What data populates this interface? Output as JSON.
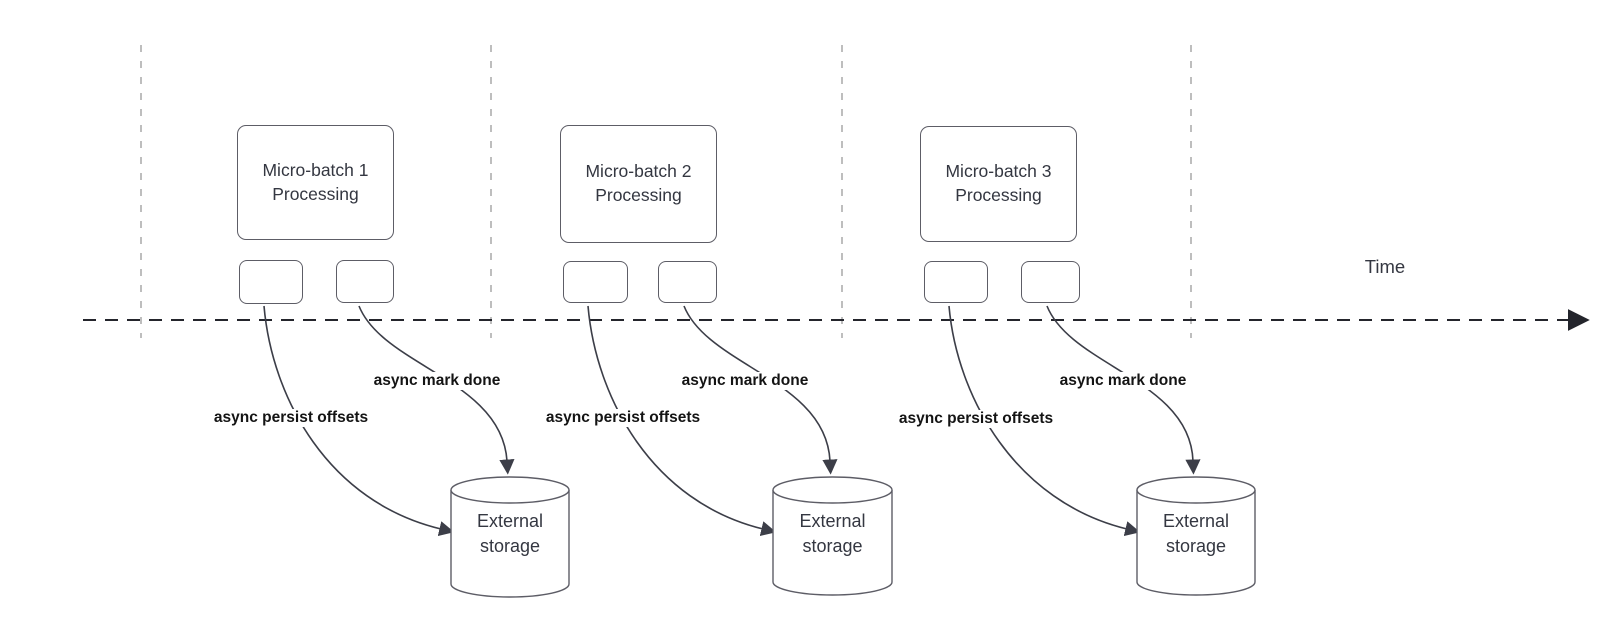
{
  "diagram": {
    "timeline_label": "Time",
    "groups": [
      {
        "process_box": "Micro-batch 1 Processing",
        "persist_arrow_label": "async persist offsets",
        "done_arrow_label": "async mark done",
        "storage": "External storage"
      },
      {
        "process_box": "Micro-batch 2 Processing",
        "persist_arrow_label": "async persist offsets",
        "done_arrow_label": "async mark done",
        "storage": "External storage"
      },
      {
        "process_box": "Micro-batch 3 Processing",
        "persist_arrow_label": "async persist offsets",
        "done_arrow_label": "async mark done",
        "storage": "External storage"
      }
    ],
    "colors": {
      "background": "#ffffff",
      "shape_stroke": "#5d5d66",
      "connector_stroke": "#3c3e48",
      "timeline_stroke": "#24252c",
      "guide_stroke": "#b3b3b3",
      "shape_text": "#343741",
      "label_text": "#141414"
    }
  }
}
